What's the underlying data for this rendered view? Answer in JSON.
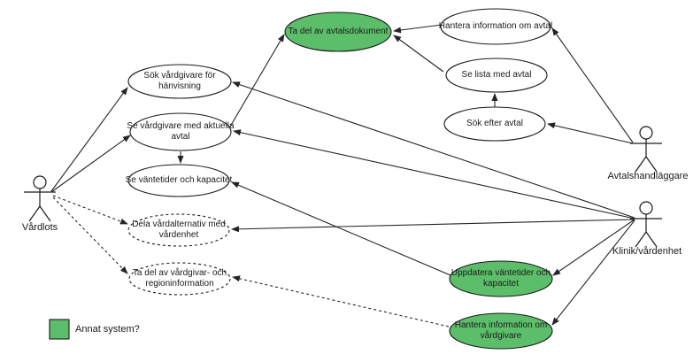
{
  "diagram": {
    "type": "uml-use-case-diagram",
    "background": "#ffffff",
    "colors": {
      "system_green": "#5cbe6a",
      "line": "#242424",
      "node_fill": "#ffffff",
      "node_stroke": "#1a1a1a"
    }
  },
  "actors": {
    "vardlots": {
      "label": "Vårdlots"
    },
    "avtalshandlaggare": {
      "label": "Avtalshandläggare"
    },
    "klinik_vardenhet": {
      "label": "Klinik/vårdenhet"
    }
  },
  "usecases": {
    "ta_del_av_avtalsdokument": {
      "label": "Ta del av avtalsdokument",
      "style": "system-green"
    },
    "hantera_information_om_avtal": {
      "label": "Hantera information om avtal",
      "style": "solid"
    },
    "se_lista_med_avtal": {
      "label": "Se lista med avtal",
      "style": "solid"
    },
    "sok_efter_avtal": {
      "label": "Sök efter avtal",
      "style": "solid"
    },
    "sok_vardgivare_for_hanvisning": {
      "label": "Sök vårdgivare för\nhänvisning",
      "style": "solid"
    },
    "se_vardgivare_med_aktuella_avtal": {
      "label": "Se vårdgivare med aktuella\navtal",
      "style": "solid"
    },
    "se_vantetider_och_kapacitet": {
      "label": "Se väntetider och kapacitet",
      "style": "solid"
    },
    "dela_vardalternativ_med_vardenhet": {
      "label": "Dela vårdalternativ med\nvårdenhet",
      "style": "dashed"
    },
    "ta_del_av_vardgivar_och_regioninformation": {
      "label": "Ta del av vårdgivar- och\nregioninformation",
      "style": "dashed"
    },
    "uppdatera_vantetider_och_kapacitet": {
      "label": "Uppdatera väntetider och\nkapacitet",
      "style": "system-green"
    },
    "hantera_information_om_vardgivare": {
      "label": "Hantera information om\nvårdgivare",
      "style": "system-green"
    }
  },
  "relations": [
    {
      "from": "Vårdlots",
      "to": "Sök vårdgivare för hänvisning",
      "style": "solid"
    },
    {
      "from": "Vårdlots",
      "to": "Se vårdgivare med aktuella avtal",
      "style": "solid"
    },
    {
      "from": "Vårdlots",
      "to": "Dela vårdalternativ med vårdenhet",
      "style": "dashed"
    },
    {
      "from": "Vårdlots",
      "to": "Ta del av vårdgivar- och regioninformation",
      "style": "dashed"
    },
    {
      "from": "Klinik/vårdenhet",
      "to": "Sök vårdgivare för hänvisning",
      "style": "solid"
    },
    {
      "from": "Klinik/vårdenhet",
      "to": "Se vårdgivare med aktuella avtal",
      "style": "solid"
    },
    {
      "from": "Klinik/vårdenhet",
      "to": "Dela vårdalternativ med vårdenhet",
      "style": "solid"
    },
    {
      "from": "Klinik/vårdenhet",
      "to": "Uppdatera väntetider och kapacitet",
      "style": "solid"
    },
    {
      "from": "Klinik/vårdenhet",
      "to": "Hantera information om vårdgivare",
      "style": "solid"
    },
    {
      "from": "Avtalshandläggare",
      "to": "Hantera information om avtal",
      "style": "solid"
    },
    {
      "from": "Avtalshandläggare",
      "to": "Sök efter avtal",
      "style": "solid"
    },
    {
      "from": "Se vårdgivare med aktuella avtal",
      "to": "Ta del av avtalsdokument",
      "style": "solid"
    },
    {
      "from": "Se vårdgivare med aktuella avtal",
      "to": "Se väntetider och kapacitet",
      "style": "solid"
    },
    {
      "from": "Sök efter avtal",
      "to": "Se lista med avtal",
      "style": "solid"
    },
    {
      "from": "Se lista med avtal",
      "to": "Ta del av avtalsdokument",
      "style": "solid"
    },
    {
      "from": "Hantera information om avtal",
      "to": "Ta del av avtalsdokument",
      "style": "solid"
    },
    {
      "from": "Uppdatera väntetider och kapacitet",
      "to": "Se väntetider och kapacitet",
      "style": "solid"
    },
    {
      "from": "Hantera information om vårdgivare",
      "to": "Ta del av vårdgivar- och regioninformation",
      "style": "dashed"
    }
  ],
  "legend": {
    "swatch_color": "#5cbe6a",
    "label": "Annat system?"
  }
}
